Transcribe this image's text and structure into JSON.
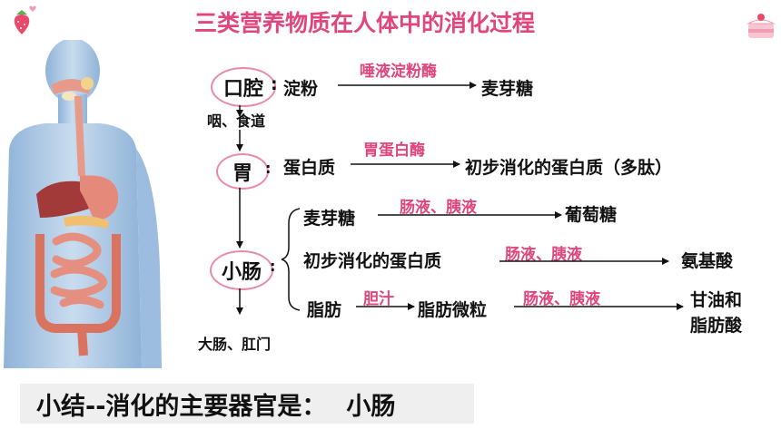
{
  "title": "三类营养物质在人体中的消化过程",
  "organs": {
    "mouth": "口腔",
    "mouth_colon": ":",
    "pharynx": "咽、食道",
    "stomach": "胃",
    "stomach_colon": ":",
    "small_intestine": "小肠",
    "small_intestine_colon": ":",
    "large_intestine": "大肠、肛门"
  },
  "mouth_row": {
    "substrate": "淀粉",
    "enzyme": "唾液淀粉酶",
    "product": "麦芽糖"
  },
  "stomach_row": {
    "substrate": "蛋白质",
    "enzyme": "胃蛋白酶",
    "product": "初步消化的蛋白质（多肽）"
  },
  "intestine_rows": [
    {
      "substrate": "麦芽糖",
      "enzyme": "肠液、胰液",
      "product": "葡萄糖"
    },
    {
      "substrate": "初步消化的蛋白质",
      "enzyme": "肠液、胰液",
      "product": "氨基酸"
    },
    {
      "substrate": "脂肪",
      "enzyme": "胆汁",
      "intermediate": "脂肪微粒",
      "enzyme2": "肠液、胰液",
      "product_line1": "甘油和",
      "product_line2": "脂肪酸"
    }
  ],
  "summary": {
    "label": "小结--消化的主要器官是：",
    "answer": "小肠"
  },
  "colors": {
    "accent": "#e0457b",
    "ellipse_border": "#e98aa6",
    "summary_bg": "#efefef"
  }
}
